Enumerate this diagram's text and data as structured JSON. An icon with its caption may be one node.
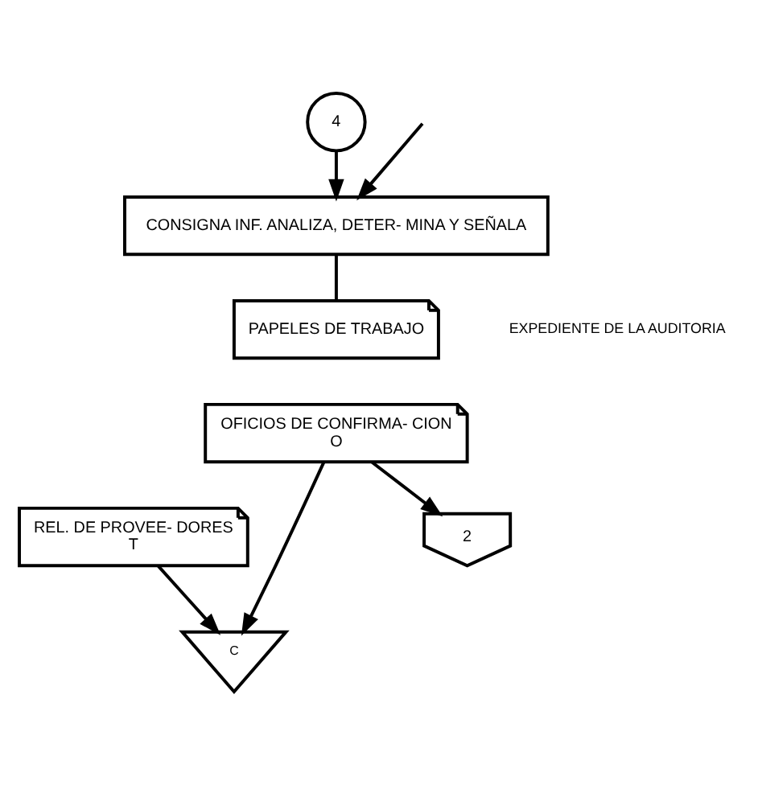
{
  "diagram": {
    "nodes": [
      {
        "text": [
          "4"
        ]
      },
      {
        "text": [
          "CONSIGNA INF. ANALIZA, DETER- MINA Y SEÑALA"
        ]
      },
      {
        "text": [
          "PAPELES DE TRABAJO"
        ]
      },
      {
        "text": [
          "OFICIOS DE CONFIRMA- CION",
          "O"
        ]
      },
      {
        "text": [
          "REL. DE PROVEE- DORES",
          "T"
        ]
      },
      {
        "text": [
          "C"
        ]
      },
      {
        "text": [
          "2"
        ]
      }
    ],
    "edges": [
      {
        "from": 0,
        "to": 1,
        "arrow": "to"
      },
      {
        "from": 1,
        "to": 2,
        "arrow": "none"
      },
      {
        "from": 3,
        "to": 5,
        "arrow": "to"
      },
      {
        "from": 4,
        "to": 5,
        "arrow": "to"
      },
      {
        "from": 3,
        "to": 6,
        "arrow": "to"
      },
      {
        "from": null,
        "to": 1,
        "arrow": "to"
      }
    ],
    "labels": [
      "EXPEDIENTE DE LA AUDITORIA"
    ]
  }
}
